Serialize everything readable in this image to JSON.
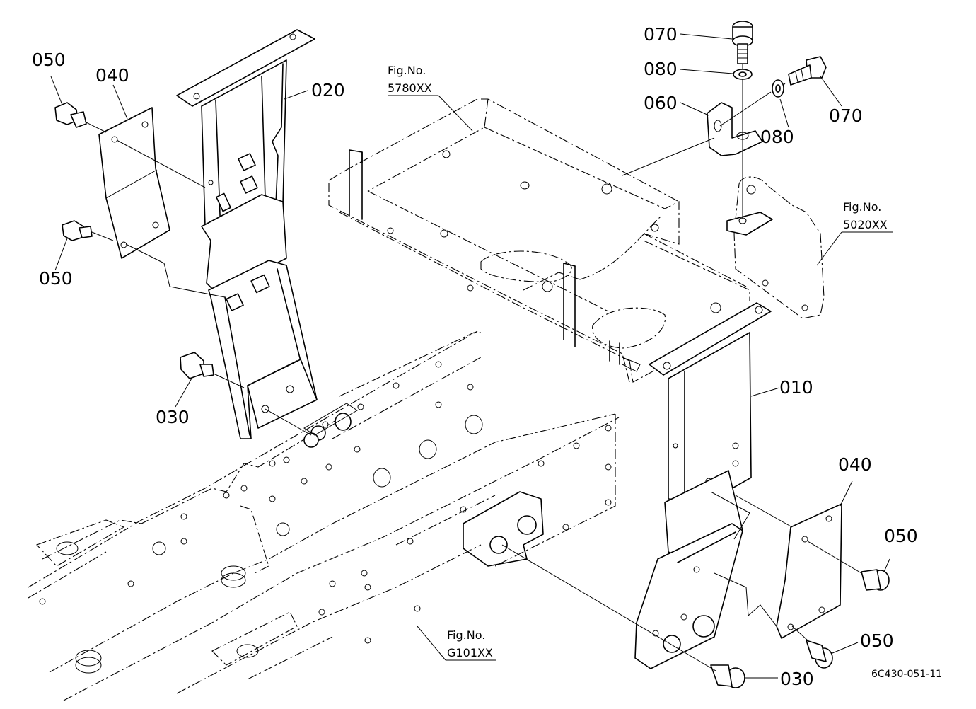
{
  "callouts": [
    {
      "id": "010",
      "text": "010"
    },
    {
      "id": "020",
      "text": "020"
    },
    {
      "id": "030a",
      "text": "030"
    },
    {
      "id": "030b",
      "text": "030"
    },
    {
      "id": "040a",
      "text": "040"
    },
    {
      "id": "040b",
      "text": "040"
    },
    {
      "id": "050a",
      "text": "050"
    },
    {
      "id": "050b",
      "text": "050"
    },
    {
      "id": "050c",
      "text": "050"
    },
    {
      "id": "050d",
      "text": "050"
    },
    {
      "id": "060",
      "text": "060"
    },
    {
      "id": "070a",
      "text": "070"
    },
    {
      "id": "070b",
      "text": "070"
    },
    {
      "id": "080a",
      "text": "080"
    },
    {
      "id": "080b",
      "text": "080"
    }
  ],
  "figure_refs": [
    {
      "label": "Fig.No.",
      "number": "5780XX"
    },
    {
      "label": "Fig.No.",
      "number": "5020XX"
    },
    {
      "label": "Fig.No.",
      "number": "G101XX"
    }
  ],
  "drawing_code": "6C430-051-11"
}
